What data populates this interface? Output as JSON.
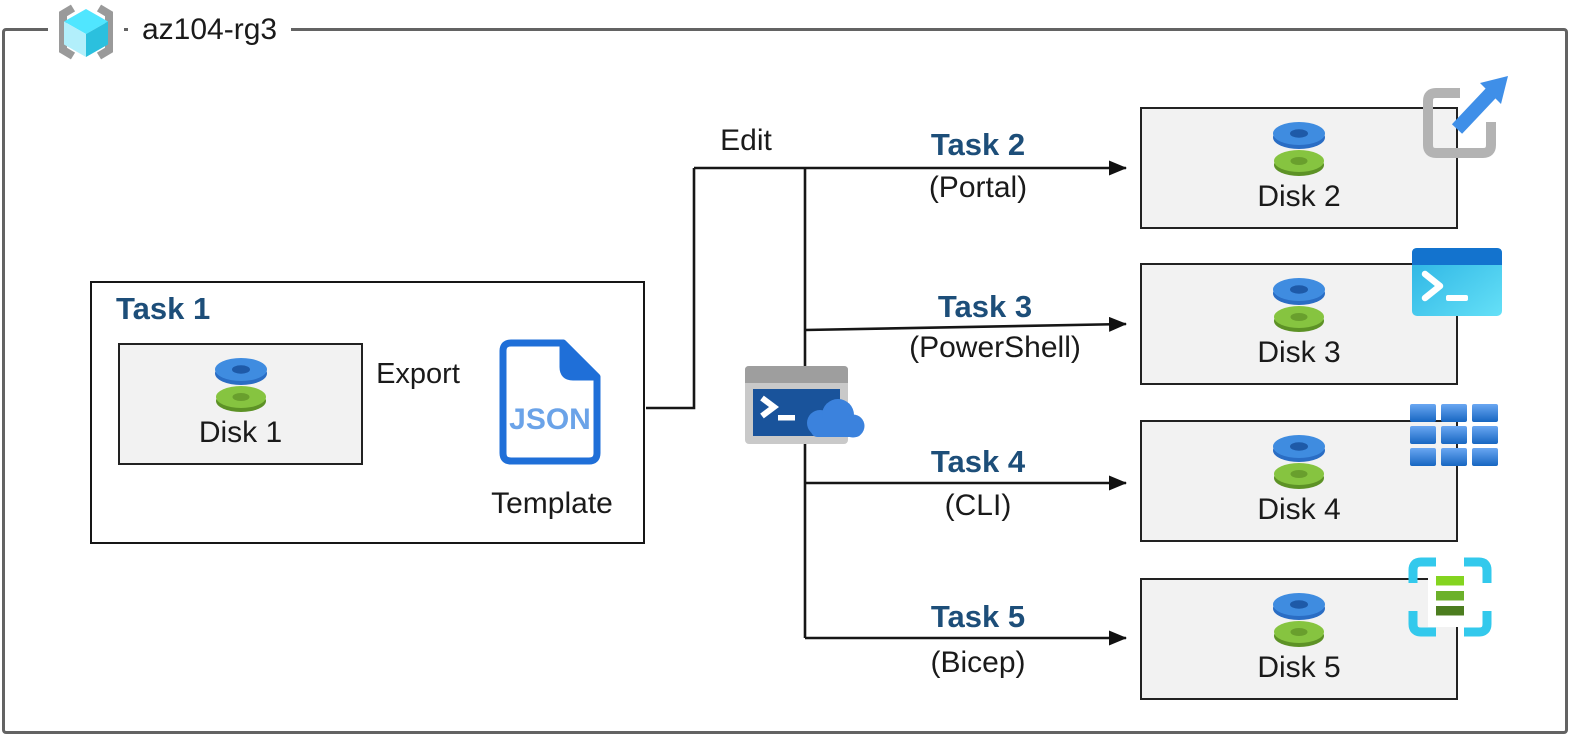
{
  "header": {
    "resource_group": "az104-rg3"
  },
  "task1": {
    "title": "Task 1",
    "disk_label": "Disk 1",
    "export_label": "Export",
    "json_badge": "JSON",
    "template_label": "Template"
  },
  "edit_label": "Edit",
  "tasks": [
    {
      "title": "Task 2",
      "method": "(Portal)",
      "disk_label": "Disk 2",
      "icon": "portal-icon"
    },
    {
      "title": "Task 3",
      "method": "(PowerShell)",
      "disk_label": "Disk 3",
      "icon": "powershell-icon"
    },
    {
      "title": "Task 4",
      "method": "(CLI)",
      "disk_label": "Disk 4",
      "icon": "cli-icon"
    },
    {
      "title": "Task 5",
      "method": "(Bicep)",
      "disk_label": "Disk 5",
      "icon": "bicep-icon"
    }
  ],
  "center_icon": "cloud-shell-icon",
  "colors": {
    "task_title_blue": "#1d4e79",
    "text": "#1a1a1a",
    "outer_border_gray": "#636363",
    "box_fill_gray": "#f2f2f2",
    "disk_blue": "#3f8ce0",
    "disk_green": "#86c440",
    "json_doc_blue": "#1f6fd8",
    "json_text_blue": "#6ba3e8",
    "cloud_blue": "#3b82dd",
    "portal_arrow_blue": "#3f8fe8",
    "powershell_cyan": "#29b2e3",
    "cli_blue": "#1766c1",
    "bicep_cyan": "#33c9ec",
    "rg_cube_cyan": "#50e6ff",
    "bracket_gray": "#9a9a9a"
  }
}
